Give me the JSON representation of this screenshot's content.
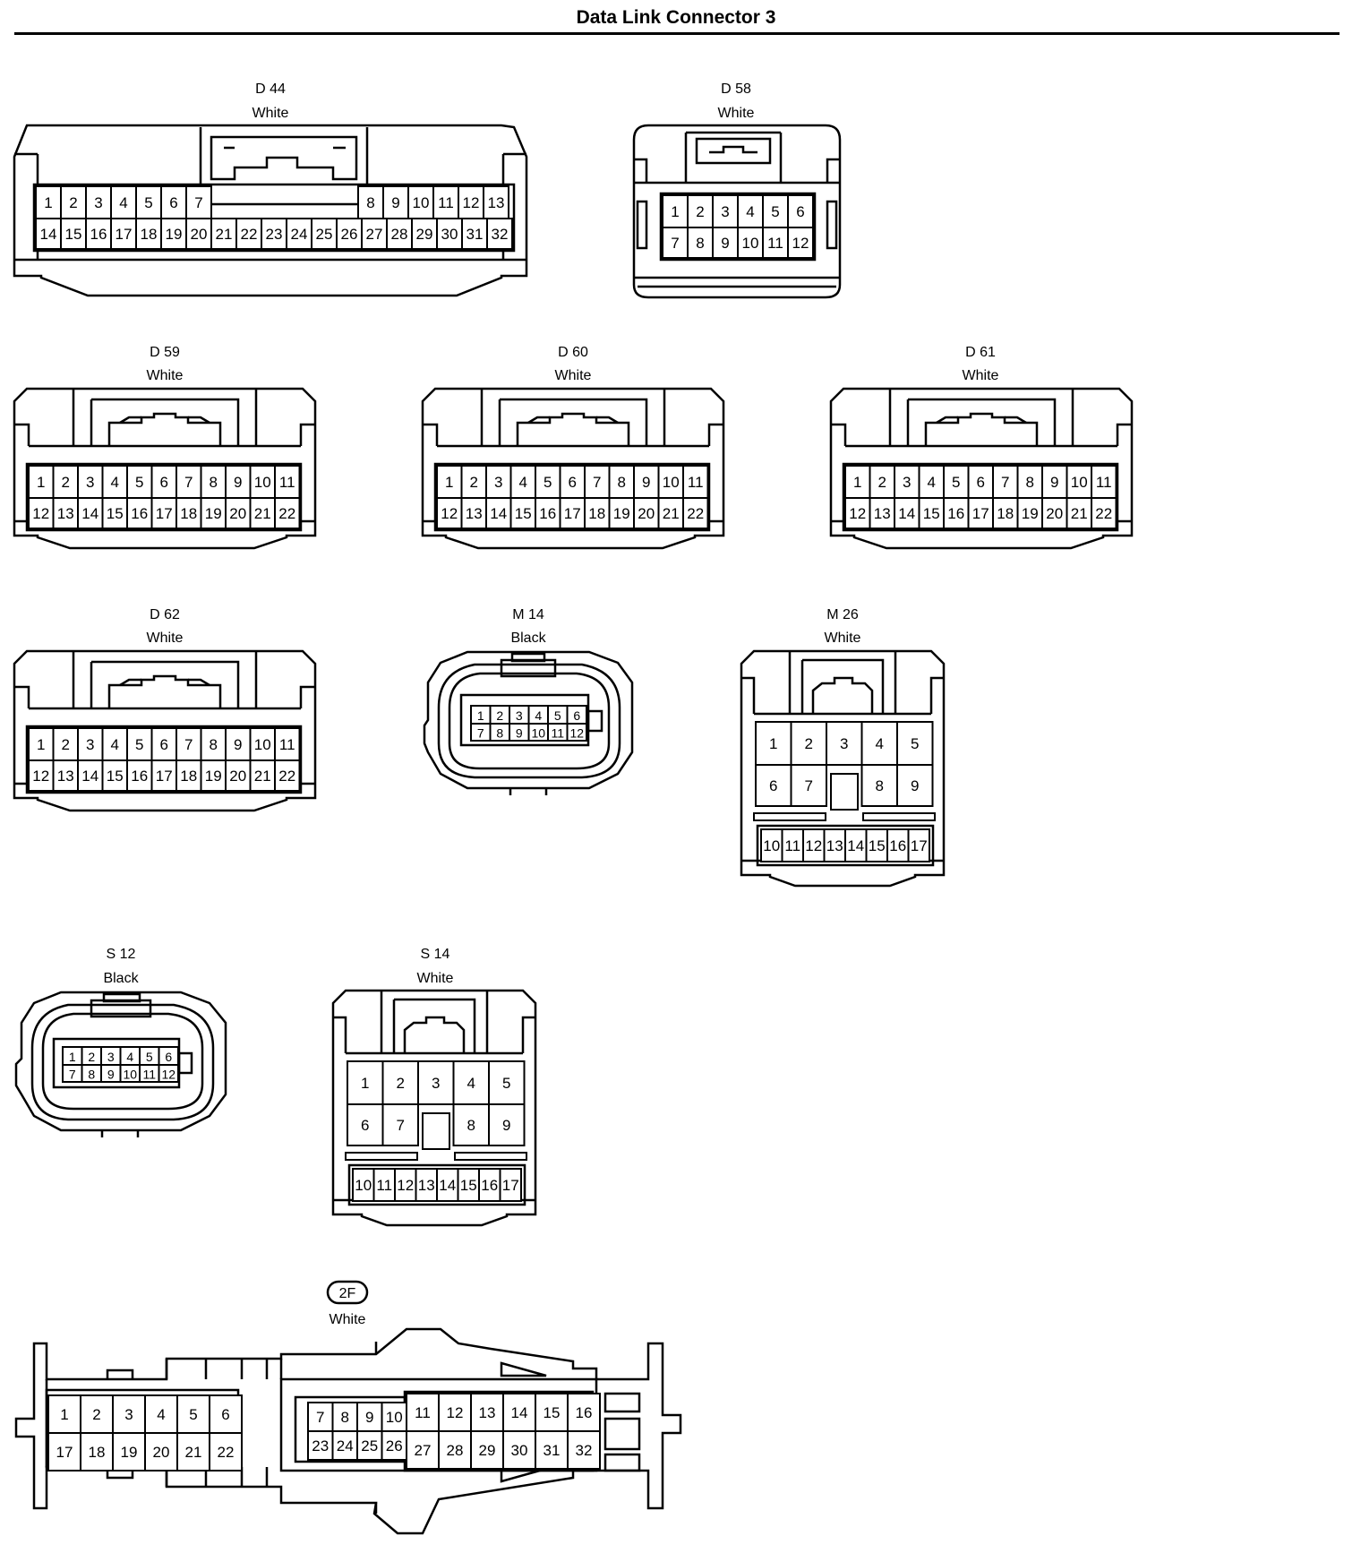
{
  "title": "Data Link Connector 3",
  "connectors": {
    "d44": {
      "code": "D 44",
      "color": "White",
      "rows": [
        [
          "1",
          "2",
          "3",
          "4",
          "5",
          "6",
          "7",
          "",
          "",
          "",
          "",
          "",
          "8",
          "9",
          "10",
          "11",
          "12",
          "13"
        ],
        [
          "14",
          "15",
          "16",
          "17",
          "18",
          "19",
          "20",
          "21",
          "22",
          "23",
          "24",
          "25",
          "26",
          "27",
          "28",
          "29",
          "30",
          "31",
          "32"
        ]
      ]
    },
    "d58": {
      "code": "D 58",
      "color": "White",
      "rows": [
        [
          "1",
          "2",
          "3",
          "4",
          "5",
          "6"
        ],
        [
          "7",
          "8",
          "9",
          "10",
          "11",
          "12"
        ]
      ]
    },
    "d59": {
      "code": "D 59",
      "color": "White",
      "rows": [
        [
          "1",
          "2",
          "3",
          "4",
          "5",
          "6",
          "7",
          "8",
          "9",
          "10",
          "11"
        ],
        [
          "12",
          "13",
          "14",
          "15",
          "16",
          "17",
          "18",
          "19",
          "20",
          "21",
          "22"
        ]
      ]
    },
    "d60": {
      "code": "D 60",
      "color": "White",
      "rows": [
        [
          "1",
          "2",
          "3",
          "4",
          "5",
          "6",
          "7",
          "8",
          "9",
          "10",
          "11"
        ],
        [
          "12",
          "13",
          "14",
          "15",
          "16",
          "17",
          "18",
          "19",
          "20",
          "21",
          "22"
        ]
      ]
    },
    "d61": {
      "code": "D 61",
      "color": "White",
      "rows": [
        [
          "1",
          "2",
          "3",
          "4",
          "5",
          "6",
          "7",
          "8",
          "9",
          "10",
          "11"
        ],
        [
          "12",
          "13",
          "14",
          "15",
          "16",
          "17",
          "18",
          "19",
          "20",
          "21",
          "22"
        ]
      ]
    },
    "d62": {
      "code": "D 62",
      "color": "White",
      "rows": [
        [
          "1",
          "2",
          "3",
          "4",
          "5",
          "6",
          "7",
          "8",
          "9",
          "10",
          "11"
        ],
        [
          "12",
          "13",
          "14",
          "15",
          "16",
          "17",
          "18",
          "19",
          "20",
          "21",
          "22"
        ]
      ]
    },
    "m14": {
      "code": "M 14",
      "color": "Black",
      "rows": [
        [
          "1",
          "2",
          "3",
          "4",
          "5",
          "6"
        ],
        [
          "7",
          "8",
          "9",
          "10",
          "11",
          "12"
        ]
      ]
    },
    "m26": {
      "code": "M 26",
      "color": "White",
      "rows": [
        [
          "1",
          "2",
          "3",
          "4",
          "5"
        ],
        [
          "6",
          "7",
          "",
          "8",
          "9"
        ],
        [
          "10",
          "11",
          "12",
          "13",
          "14",
          "15",
          "16",
          "17"
        ]
      ]
    },
    "s12": {
      "code": "S 12",
      "color": "Black",
      "rows": [
        [
          "1",
          "2",
          "3",
          "4",
          "5",
          "6"
        ],
        [
          "7",
          "8",
          "9",
          "10",
          "11",
          "12"
        ]
      ]
    },
    "s14": {
      "code": "S 14",
      "color": "White",
      "rows": [
        [
          "1",
          "2",
          "3",
          "4",
          "5"
        ],
        [
          "6",
          "7",
          "",
          "8",
          "9"
        ],
        [
          "10",
          "11",
          "12",
          "13",
          "14",
          "15",
          "16",
          "17"
        ]
      ]
    },
    "c2f": {
      "code": "2F",
      "color": "White",
      "rows": [
        [
          "1",
          "2",
          "3",
          "4",
          "5",
          "6",
          "7",
          "8",
          "9",
          "10",
          "11",
          "12",
          "13",
          "14",
          "15",
          "16"
        ],
        [
          "17",
          "18",
          "19",
          "20",
          "21",
          "22",
          "23",
          "24",
          "25",
          "26",
          "27",
          "28",
          "29",
          "30",
          "31",
          "32"
        ]
      ]
    }
  },
  "colors": {
    "line": "#000000",
    "background": "#ffffff"
  }
}
